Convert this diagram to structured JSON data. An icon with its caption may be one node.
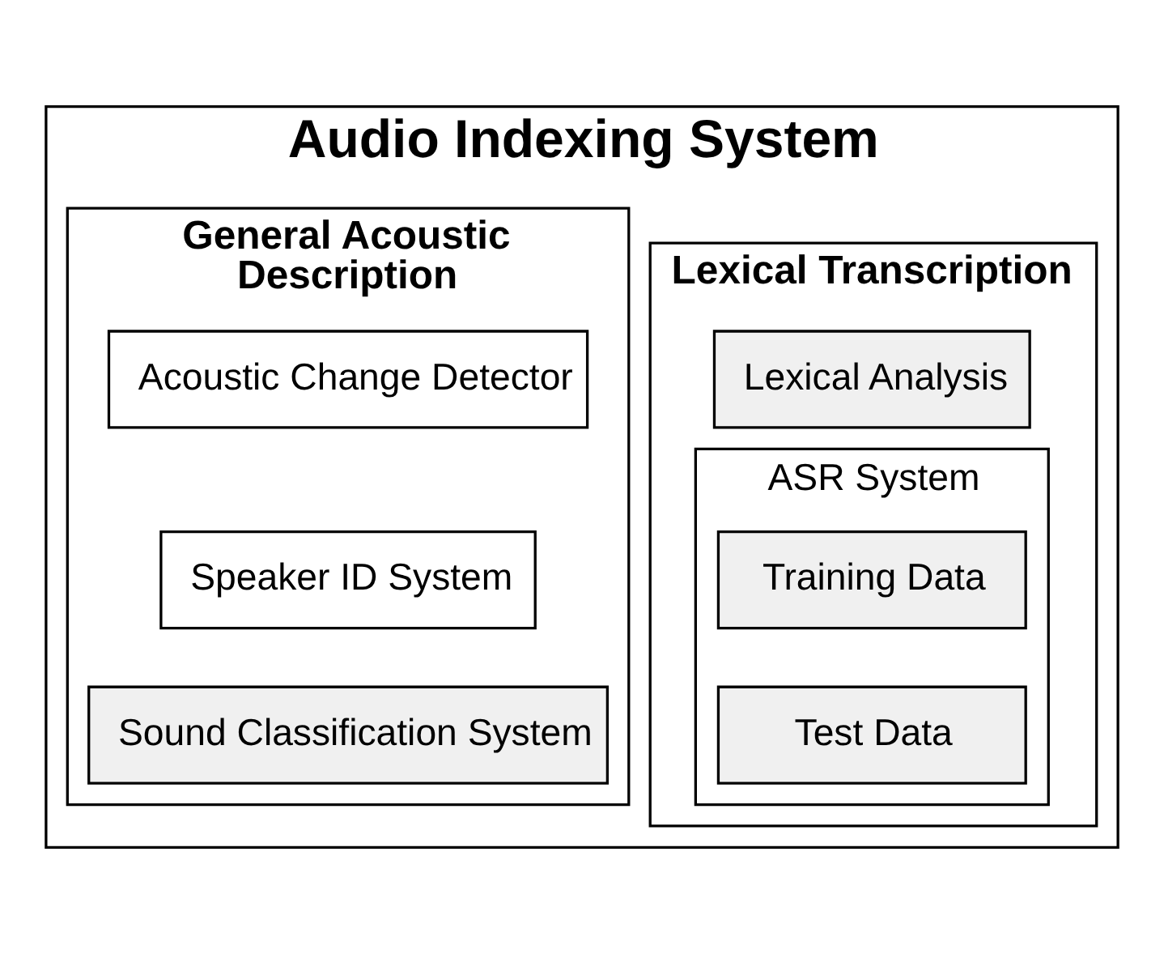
{
  "diagram": {
    "nodes": [
      {
        "text": [
          "Audio Indexing System"
        ]
      },
      {
        "text": [
          "Lexical Transcription"
        ],
        "in": 0
      },
      {
        "text": [
          "Lexical Analysis"
        ],
        "in": 1
      },
      {
        "text": [
          "ASR System"
        ],
        "in": 1
      },
      {
        "text": [
          "Training Data"
        ],
        "in": 3
      },
      {
        "text": [
          "Test Data"
        ],
        "in": 3
      },
      {
        "text": [
          "General Acoustic Description"
        ],
        "in": 0
      },
      {
        "text": [
          "Acoustic Change Detector"
        ],
        "in": 6
      },
      {
        "text": [
          "Speaker ID System"
        ],
        "in": 6
      },
      {
        "text": [
          "Sound Classification System"
        ],
        "in": 6
      }
    ],
    "edges": []
  }
}
